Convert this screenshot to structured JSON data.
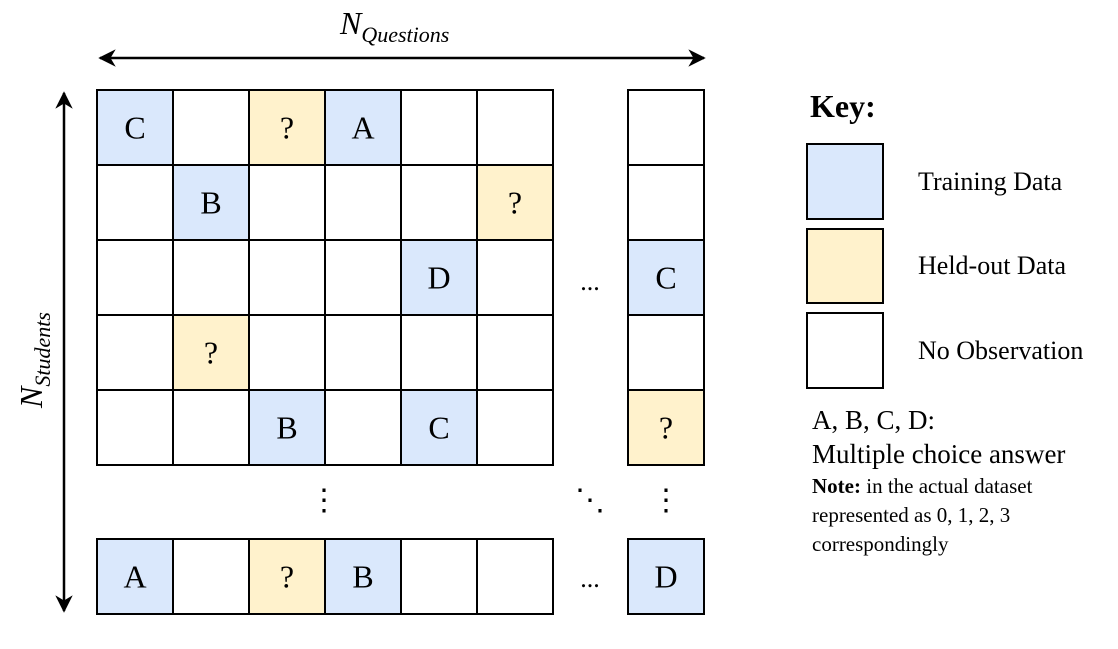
{
  "colors": {
    "training": "#dae8fc",
    "heldout": "#fff2cc",
    "none": "#ffffff",
    "stroke": "#000000"
  },
  "axes": {
    "x_label": "N",
    "x_label_sub": "Questions",
    "y_label": "N",
    "y_label_sub": "Students"
  },
  "ellipsis": {
    "horizontal": "...",
    "vertical": "⋮",
    "diagonal": "⋱"
  },
  "grid": {
    "rows": [
      {
        "cells": [
          {
            "t": "training",
            "v": "C"
          },
          {
            "t": "none",
            "v": ""
          },
          {
            "t": "heldout",
            "v": "?"
          },
          {
            "t": "training",
            "v": "A"
          },
          {
            "t": "none",
            "v": ""
          },
          {
            "t": "none",
            "v": ""
          }
        ],
        "last": {
          "t": "none",
          "v": ""
        }
      },
      {
        "cells": [
          {
            "t": "none",
            "v": ""
          },
          {
            "t": "training",
            "v": "B"
          },
          {
            "t": "none",
            "v": ""
          },
          {
            "t": "none",
            "v": ""
          },
          {
            "t": "none",
            "v": ""
          },
          {
            "t": "heldout",
            "v": "?"
          }
        ],
        "last": {
          "t": "none",
          "v": ""
        }
      },
      {
        "cells": [
          {
            "t": "none",
            "v": ""
          },
          {
            "t": "none",
            "v": ""
          },
          {
            "t": "none",
            "v": ""
          },
          {
            "t": "none",
            "v": ""
          },
          {
            "t": "training",
            "v": "D"
          },
          {
            "t": "none",
            "v": ""
          }
        ],
        "last": {
          "t": "training",
          "v": "C"
        }
      },
      {
        "cells": [
          {
            "t": "none",
            "v": ""
          },
          {
            "t": "heldout",
            "v": "?"
          },
          {
            "t": "none",
            "v": ""
          },
          {
            "t": "none",
            "v": ""
          },
          {
            "t": "none",
            "v": ""
          },
          {
            "t": "none",
            "v": ""
          }
        ],
        "last": {
          "t": "none",
          "v": ""
        }
      },
      {
        "cells": [
          {
            "t": "none",
            "v": ""
          },
          {
            "t": "none",
            "v": ""
          },
          {
            "t": "training",
            "v": "B"
          },
          {
            "t": "none",
            "v": ""
          },
          {
            "t": "training",
            "v": "C"
          },
          {
            "t": "none",
            "v": ""
          }
        ],
        "last": {
          "t": "heldout",
          "v": "?"
        }
      }
    ],
    "bottom_row": {
      "cells": [
        {
          "t": "training",
          "v": "A"
        },
        {
          "t": "none",
          "v": ""
        },
        {
          "t": "heldout",
          "v": "?"
        },
        {
          "t": "training",
          "v": "B"
        },
        {
          "t": "none",
          "v": ""
        },
        {
          "t": "none",
          "v": ""
        }
      ],
      "last": {
        "t": "training",
        "v": "D"
      }
    }
  },
  "key": {
    "title": "Key:",
    "items": [
      {
        "type": "training",
        "label": "Training Data"
      },
      {
        "type": "heldout",
        "label": "Held-out Data"
      },
      {
        "type": "none",
        "label": "No Observation"
      }
    ],
    "answer_line": "A, B, C, D:",
    "answer_desc": "Multiple choice answer",
    "note_bold": "Note:",
    "note_text": " in the actual dataset",
    "note_line2": "represented as 0, 1, 2, 3",
    "note_line3": "correspondingly"
  }
}
